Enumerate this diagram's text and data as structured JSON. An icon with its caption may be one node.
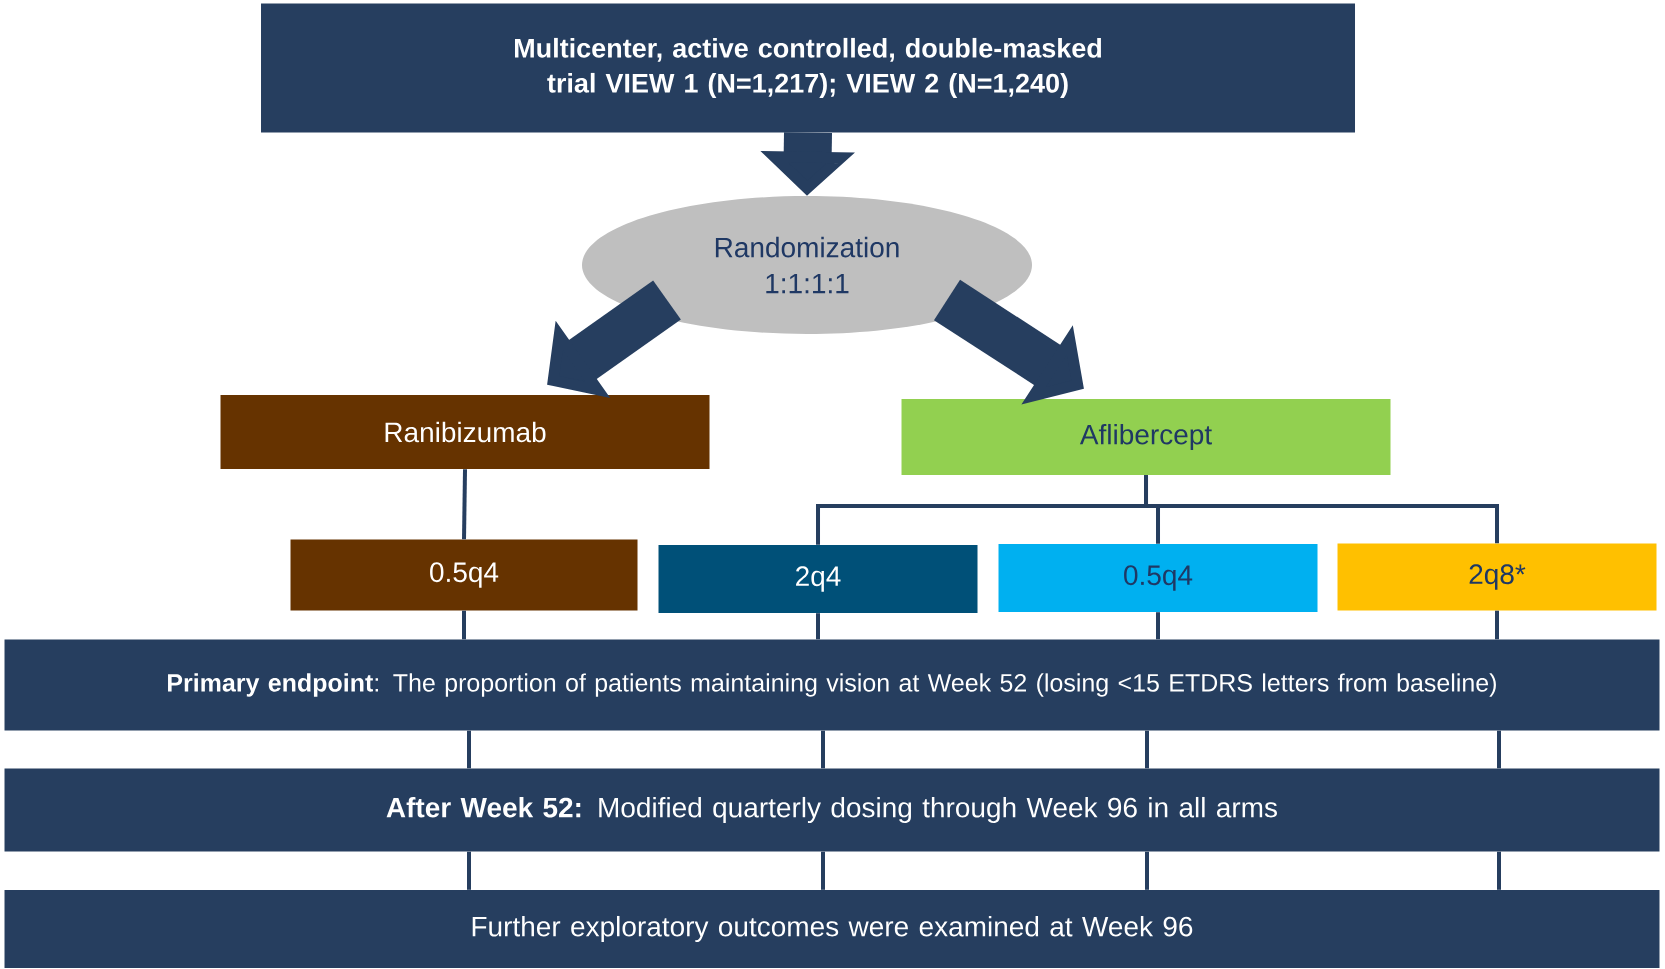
{
  "diagram": {
    "nodes": [
      {
        "text": [
          "Multicenter, active controlled, double-masked trial VIEW 1 (N=1,217); VIEW 2 (N=1,240)"
        ]
      },
      {
        "text": [
          "Randomization 1:1:1:1"
        ]
      },
      {
        "text": [
          "Ranibizumab"
        ]
      },
      {
        "text": [
          "Aflibercept"
        ]
      },
      {
        "text": [
          "0.5q4"
        ]
      },
      {
        "text": [
          "2q4"
        ]
      },
      {
        "text": [
          "0.5q4"
        ]
      },
      {
        "text": [
          "2q8*"
        ]
      },
      {
        "text": [
          "**Primary endpoint**: The proportion of patients maintaining vision at Week 52 (losing <15 ETDRS letters from baseline)"
        ]
      },
      {
        "text": [
          "**After Week 52:** Modified quarterly dosing through Week 96 in all arms"
        ]
      },
      {
        "text": [
          "Further exploratory outcomes were examined at Week 96"
        ]
      }
    ],
    "edges": [
      {
        "from": 0,
        "to": 1,
        "arrow": "to",
        "style": "thick"
      },
      {
        "from": 1,
        "to": 2,
        "arrow": "to",
        "style": "thick"
      },
      {
        "from": 1,
        "to": 3,
        "arrow": "to",
        "style": "thick"
      },
      {
        "from": 2,
        "to": 4,
        "arrow": "none"
      },
      {
        "from": 3,
        "to": 5,
        "arrow": "none"
      },
      {
        "from": 3,
        "to": 6,
        "arrow": "none"
      },
      {
        "from": 3,
        "to": 7,
        "arrow": "none"
      },
      {
        "from": 4,
        "to": 8,
        "arrow": "none"
      },
      {
        "from": 5,
        "to": 8,
        "arrow": "none"
      },
      {
        "from": 6,
        "to": 8,
        "arrow": "none"
      },
      {
        "from": 7,
        "to": 8,
        "arrow": "none"
      },
      {
        "from": 8,
        "to": 9,
        "arrow": "none"
      },
      {
        "from": 8,
        "to": 9,
        "arrow": "none"
      },
      {
        "from": 8,
        "to": 9,
        "arrow": "none"
      },
      {
        "from": 8,
        "to": 9,
        "arrow": "none"
      },
      {
        "from": 9,
        "to": 10,
        "arrow": "none"
      },
      {
        "from": 9,
        "to": 10,
        "arrow": "none"
      },
      {
        "from": 9,
        "to": 10,
        "arrow": "none"
      },
      {
        "from": 9,
        "to": 10,
        "arrow": "none"
      }
    ]
  }
}
